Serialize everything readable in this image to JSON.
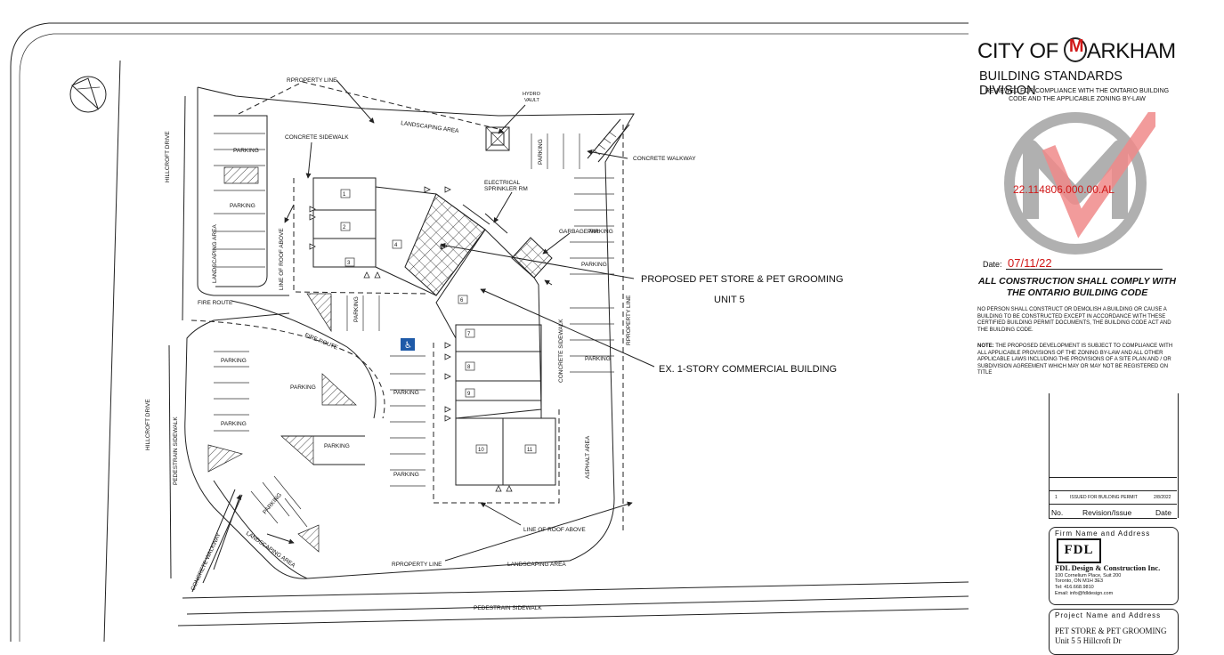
{
  "plan": {
    "labels": {
      "property_line_top": "RPROPERTY LINE",
      "property_line_right": "RPROPERTY LINE",
      "property_line_bottom": "RPROPERTY LINE",
      "hydro_vault": "HYDRO\nVAULT",
      "landscaping_top": "LANDSCAPING AREA",
      "landscaping_left": "LANDSCAPING AREA",
      "landscaping_bottom_left": "LANDSCAPING AREA",
      "landscaping_bottom": "LANDSCAPING AREA",
      "concrete_sidewalk_top": "CONCRETE SIDEWALK",
      "concrete_sidewalk_right": "CONCRETE SIDEWALK",
      "concrete_walkway_top": "CONCRETE WALKWAY",
      "concrete_walkway_bottom": "CONCRETE WALKWAY",
      "hillcroft_top": "HILLCROFT DRIVE",
      "hillcroft_bottom": "HILLCROFT DRIVE",
      "pedestrian_sidewalk_left": "PEDESTRAIN SIDEWALK",
      "pedestrian_sidewalk_bottom": "PEDESTRAIN SIDEWALK",
      "electrical": "ELECTRICAL\nSPRINKLER RM",
      "garbage": "GARBAGE RM",
      "line_of_roof_left": "LINE OF ROOF ABOVE",
      "line_of_roof_bottom": "LINE OF ROOF ABOVE",
      "fire_route_1": "FIRE ROUTE",
      "fire_route_2": "FIRE ROUTE",
      "asphalt": "ASPHALT AREA",
      "parking": "PARKING",
      "callout_pet": "PROPOSED PET STORE & PET GROOMING",
      "callout_unit": "UNIT 5",
      "callout_building": "EX. 1-STORY COMMERCIAL BUILDING"
    },
    "units": [
      "1",
      "2",
      "3",
      "4",
      "5",
      "6",
      "7",
      "8",
      "9",
      "10",
      "11"
    ]
  },
  "stamp": {
    "city_prefix": "CITY OF",
    "city_name": "ARKHAM",
    "division": "BUILDING STANDARDS DIVISION",
    "review": "REVIEWED FOR COMPLIANCE WITH THE ONTARIO BUILDING CODE AND THE APPLICABLE ZONING BY-LAW",
    "permit_no": "22.114806.000.00.AL",
    "date_label": "Date:",
    "date_value": "07/11/22",
    "comply": "ALL CONSTRUCTION SHALL COMPLY WITH THE ONTARIO BUILDING CODE",
    "para1": "NO PERSON SHALL CONSTRUCT OR DEMOLISH A BUILDING OR CAUSE A BUILDING TO BE CONSTRUCTED EXCEPT IN ACCORDANCE WITH THESE CERTIFIED BUILDING PERMIT DOCUMENTS, THE BUILDING CODE ACT AND THE BUILDING CODE.",
    "note_label": "NOTE:",
    "para2": " THE PROPOSED DEVELOPMENT IS SUBJECT TO COMPLIANCE WITH ALL APPLICABLE PROVISIONS OF THE ZONING BY-LAW AND ALL OTHER APPLICABLE LAWS INCLUDING THE PROVISIONS OF A SITE PLAN AND / OR SUBDIVISION AGREEMENT WHICH MAY OR MAY NOT BE REGISTERED ON TITLE",
    "colors": {
      "accent_red": "#d01818",
      "logo_grey": "#b0b0b0",
      "logo_pink": "#f08a8a"
    }
  },
  "titleblock": {
    "revision": {
      "no": "1",
      "desc": "ISSUED FOR BUILDING PERMIT",
      "date": "2/8/2022"
    },
    "headers": {
      "no": "No.",
      "rev": "Revision/Issue",
      "date": "Date"
    },
    "firm_caption": "Firm Name and Address",
    "firm_logo": "FDL",
    "firm_name": "FDL Design & Construction Inc.",
    "firm_addr1": "100 Cornelium Place, Suit 200",
    "firm_addr2": "Toronto, ON M1H 3E3",
    "firm_tel": "Tel: 416.668.9810",
    "firm_email": "Email: info@fdldesign.com",
    "project_caption": "Project Name and Address",
    "project_name": "PET STORE & PET GROOMING",
    "project_addr": "Unit 5 5 Hillcroft Dr"
  }
}
